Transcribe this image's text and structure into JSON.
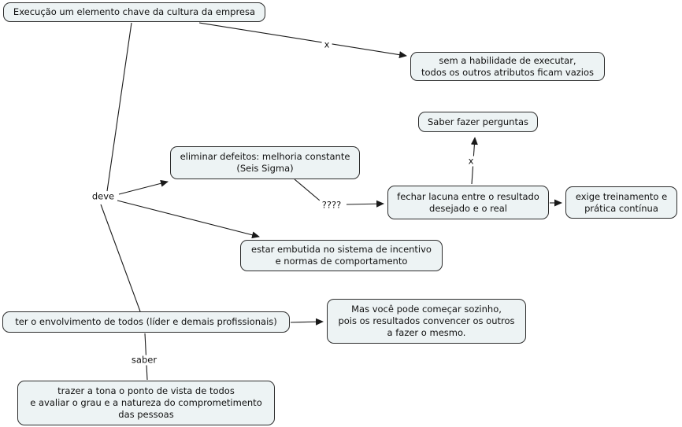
{
  "colors": {
    "background": "#ffffff",
    "node_fill": "#edf3f4",
    "node_border": "#2d2d2d",
    "text": "#111111",
    "line": "#1a1a1a"
  },
  "nodes": {
    "execucao": {
      "label": "Execução um elemento chave da cultura da empresa"
    },
    "sem_habilidade": {
      "label": "sem a habilidade de executar,\ntodos os outros atributos ficam vazios"
    },
    "saber_perguntas": {
      "label": "Saber fazer perguntas"
    },
    "eliminar_defeitos": {
      "label": "eliminar defeitos: melhoria constante\n(Seis Sigma)"
    },
    "fechar_lacuna": {
      "label": "fechar lacuna entre o resultado\ndesejado e o real"
    },
    "exige_treinamento": {
      "label": "exige treinamento e\nprática contínua"
    },
    "estar_embutida": {
      "label": "estar embutida no sistema de incentivo\ne normas de comportamento"
    },
    "ter_envolvimento": {
      "label": "ter o envolvimento de todos (líder e demais profissionais)"
    },
    "mas_voce": {
      "label": "Mas você pode começar sozinho,\npois os resultados convencer os outros\na fazer o mesmo."
    },
    "trazer_tona": {
      "label": "trazer a tona o ponto de vista de todos\ne avaliar o grau e a natureza do comprometimento\ndas pessoas"
    }
  },
  "link_labels": {
    "deve": "deve",
    "x_top": "x",
    "questions": "????",
    "x_mid": "x",
    "saber": "saber"
  }
}
